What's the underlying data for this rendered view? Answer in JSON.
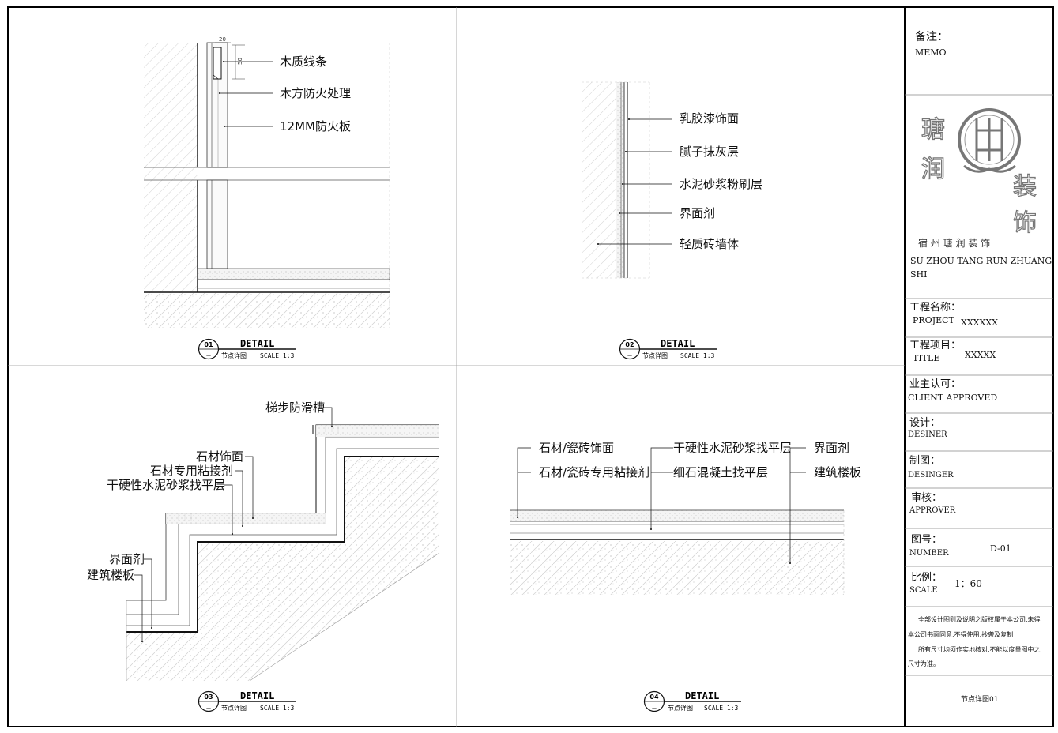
{
  "details": [
    {
      "num": "01",
      "sub": "—",
      "title": "DETAIL",
      "caption": "节点详图",
      "scale": "SCALE 1:3",
      "dims": [
        "20",
        "50"
      ],
      "labels": [
        "木质线条",
        "木方防火处理",
        "12MM防火板"
      ]
    },
    {
      "num": "02",
      "sub": "—",
      "title": "DETAIL",
      "caption": "节点详图",
      "scale": "SCALE 1:3",
      "labels": [
        "乳胶漆饰面",
        "腻子抹灰层",
        "水泥砂浆粉刷层",
        "界面剂",
        "轻质砖墙体"
      ]
    },
    {
      "num": "03",
      "sub": "—",
      "title": "DETAIL",
      "caption": "节点详图",
      "scale": "SCALE 1:3",
      "labels": [
        "梯步防滑槽",
        "石材饰面",
        "石材专用粘接剂",
        "干硬性水泥砂浆找平层",
        "界面剂",
        "建筑楼板"
      ]
    },
    {
      "num": "04",
      "sub": "—",
      "title": "DETAIL",
      "caption": "节点详图",
      "scale": "SCALE 1:3",
      "labels": [
        "石材/瓷砖饰面",
        "石材/瓷砖专用粘接剂",
        "干硬性水泥砂浆找平层",
        "细石混凝土找平层",
        "界面剂",
        "建筑楼板"
      ]
    }
  ],
  "title_block": {
    "memo_cn": "备注：",
    "memo_en": "MEMO",
    "logo_chars": [
      "瑭",
      "润",
      "装",
      "饰"
    ],
    "company_cn": "宿 州 瑭 润 装 饰",
    "company_en_1": "SU ZHOU TANG RUN ZHUANG",
    "company_en_2": "SHI",
    "project_cn": "工程名称：",
    "project_en": "PROJECT",
    "project_val": "XXXXXX",
    "title_cn": "工程项目：",
    "title_en": "TITLE",
    "title_val": "XXXXX",
    "client_cn": "业主认可：",
    "client_en": "CLIENT APPROVED",
    "designer_cn": "设计：",
    "designer_en": "DESINER",
    "drafter_cn": "制图：",
    "drafter_en": "DESINGER",
    "approver_cn": "审核：",
    "approver_en": "APPROVER",
    "number_cn": "图号：",
    "number_en": "NUMBER",
    "number_val": "D-01",
    "scale_cn": "比例：",
    "scale_en": "SCALE",
    "scale_val": "1：60",
    "notice_1": "全部设计图则及说明之版权属于本公司,未得",
    "notice_2": "本公司书面同意,不得使用,抄袭及复制",
    "notice_3": "所有尺寸均须作实地核对,不能以度量图中之",
    "notice_4": "尺寸为准。",
    "sheet_name": "节点详图01"
  }
}
